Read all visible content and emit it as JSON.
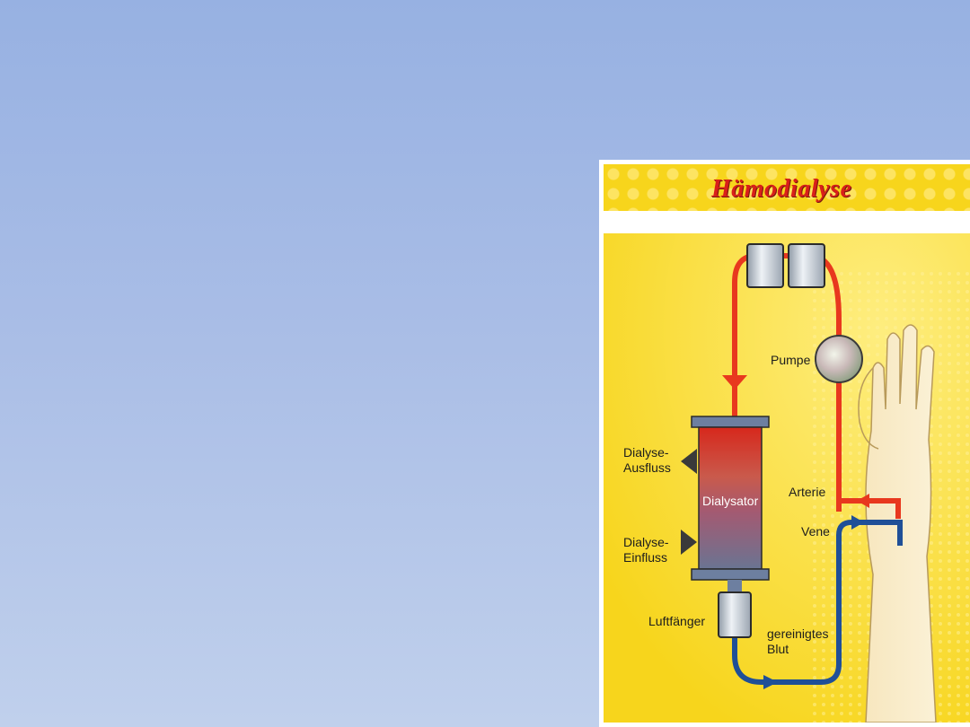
{
  "diagram": {
    "title": "Hämodialyse",
    "labels": {
      "pump": "Pumpe",
      "dialysate_out": "Dialyse-\nAusfluss",
      "dialysate_in": "Dialyse-\nEinfluss",
      "dialyzer": "Dialysator",
      "artery": "Arterie",
      "vein": "Vene",
      "air_trap": "Luftfänger",
      "cleaned_blood": "gereinigtes\nBlut"
    },
    "colors": {
      "background": "#f7d51c",
      "arterial_line": "#e8381e",
      "venous_line": "#1f4f97",
      "title": "#d9201a"
    },
    "icons": [
      "pump-icon",
      "hand-icon",
      "dialyzer-icon",
      "air-trap-icon",
      "flow-arrow-icon"
    ]
  }
}
